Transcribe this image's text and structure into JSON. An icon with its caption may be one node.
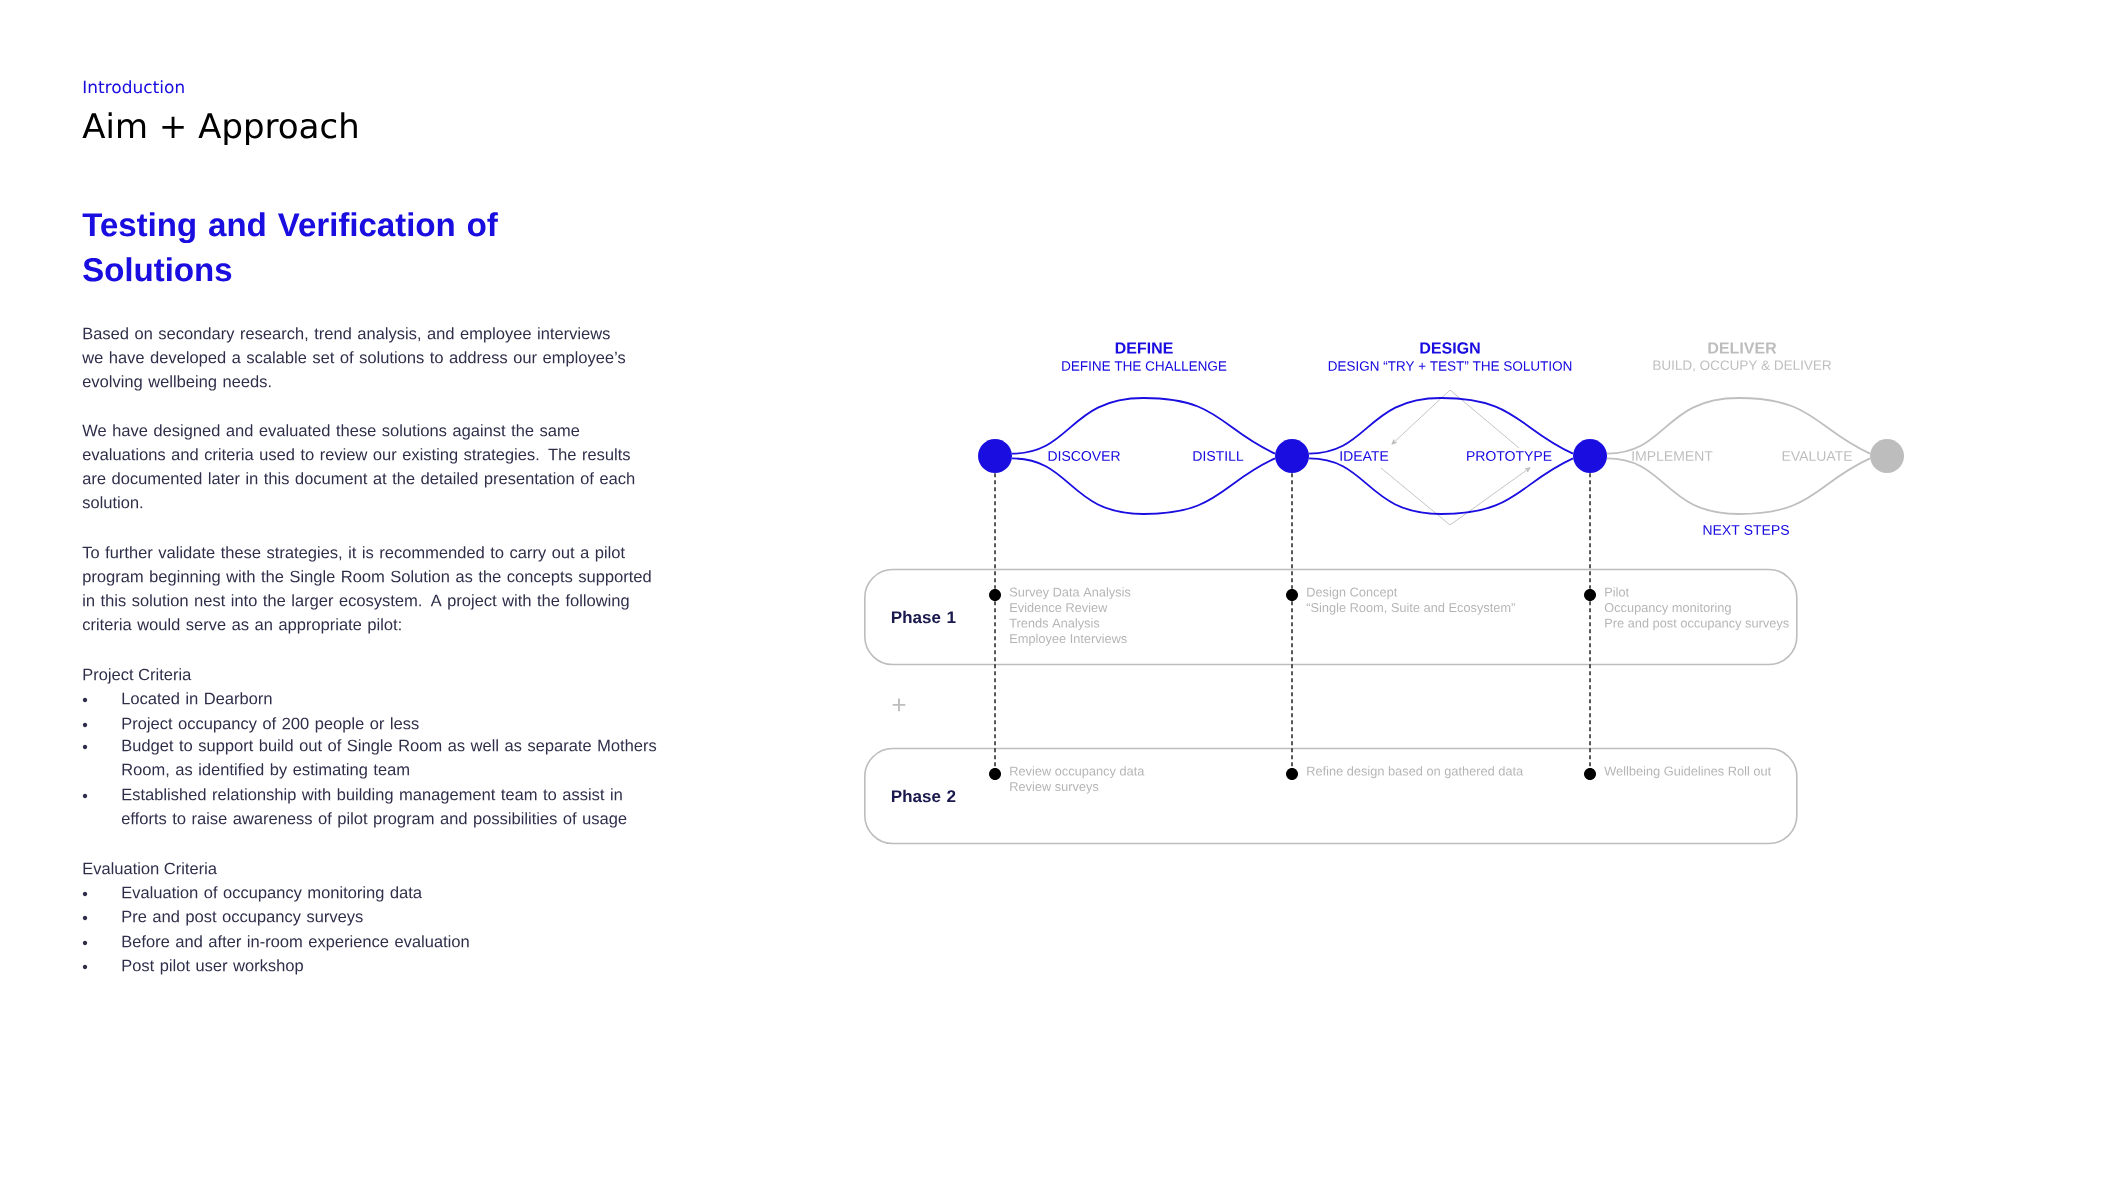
{
  "diagram": {
    "title": "Aim + Approach",
    "nodes": [
      {
        "text": [],
        "shape": "circle"
      },
      {
        "text": [],
        "shape": "circle"
      },
      {
        "text": [],
        "shape": "circle"
      },
      {
        "text": [],
        "shape": "circle"
      },
      {
        "text": [
          "Phase 1"
        ]
      },
      {
        "text": [],
        "shape": "circle",
        "in": 4,
        "beside": [
          "Survey Data Analysis",
          "Evidence Review",
          "Trends Analysis",
          "Employee Interviews"
        ]
      },
      {
        "text": [],
        "shape": "circle",
        "in": 4,
        "beside": [
          "Design Concept",
          "“Single Room, Suite and Ecosystem”"
        ]
      },
      {
        "text": [],
        "shape": "circle",
        "in": 4,
        "beside": [
          "Pilot",
          "Occupancy monitoring",
          "Pre and post occupancy surveys"
        ]
      },
      {
        "text": [
          "Phase 2"
        ]
      },
      {
        "text": [],
        "shape": "circle",
        "in": 8,
        "beside": [
          "Review occupancy data",
          "Review surveys"
        ]
      },
      {
        "text": [],
        "shape": "circle",
        "in": 8,
        "beside": [
          "Refine design based on gathered data"
        ]
      },
      {
        "text": [],
        "shape": "circle",
        "in": 8,
        "beside": [
          "Wellbeing Guidelines Roll out"
        ]
      }
    ],
    "edges": [
      {
        "from": 0,
        "to": 1,
        "arrow": "none",
        "color": "#1a0de0"
      },
      {
        "from": 0,
        "to": 1,
        "arrow": "none",
        "color": "#1a0de0"
      },
      {
        "from": 1,
        "to": 2,
        "arrow": "none",
        "color": "#1a0de0"
      },
      {
        "from": 1,
        "to": 2,
        "arrow": "none",
        "color": "#1a0de0"
      },
      {
        "from": 2,
        "to": 3,
        "arrow": "none",
        "color": "#bfbfbf"
      },
      {
        "from": 2,
        "to": 3,
        "arrow": "none",
        "color": "#bfbfbf"
      },
      {
        "from": 0,
        "to": 5,
        "arrow": "none",
        "style": "dashed"
      },
      {
        "from": 5,
        "to": 9,
        "arrow": "none",
        "style": "dashed"
      },
      {
        "from": 1,
        "to": 6,
        "arrow": "none",
        "style": "dashed"
      },
      {
        "from": 6,
        "to": 10,
        "arrow": "none",
        "style": "dashed"
      },
      {
        "from": 2,
        "to": 7,
        "arrow": "none",
        "style": "dashed"
      },
      {
        "from": 7,
        "to": 11,
        "arrow": "none",
        "style": "dashed"
      }
    ],
    "labels": [
      "Introduction",
      "Testing and Verification of Solutions",
      "Based on secondary research, trend analysis, and employee interviews we have developed a scalable set of solutions to address our employee’s evolving wellbeing needs.",
      "We have designed and evaluated these solutions against the same evaluations and criteria used to review our existing strategies. The results are documented later in this document at the detailed presentation of each solution.",
      "To further validate these strategies, it is recommended to carry out a pilot program beginning with the Single Room Solution as the concepts supported in this solution nest into the larger ecosystem. A project with the following criteria would serve as an appropriate pilot:",
      "Project Criteria",
      "Located in Dearborn",
      "Project occupancy of 200 people or less",
      "Budget to support build out of Single Room as well as separate Mothers Room, as identified by estimating team",
      "Established relationship with building management team to assist in efforts to raise awareness of pilot program and possibilities of usage",
      "Evaluation Criteria",
      "Evaluation of occupancy monitoring data",
      "Pre and post occupancy surveys",
      "Before and after in-room experience evaluation",
      "Post pilot user workshop",
      "DEFINE",
      "DEFINE THE CHALLENGE",
      "DESIGN",
      "DESIGN “TRY + TEST” THE SOLUTION",
      "DELIVER",
      "BUILD, OCCUPY & DELIVER",
      "DISCOVER",
      "DISTILL",
      "IDEATE",
      "PROTOTYPE",
      "IMPLEMENT",
      "EVALUATE",
      "NEXT STEPS",
      "+"
    ]
  }
}
